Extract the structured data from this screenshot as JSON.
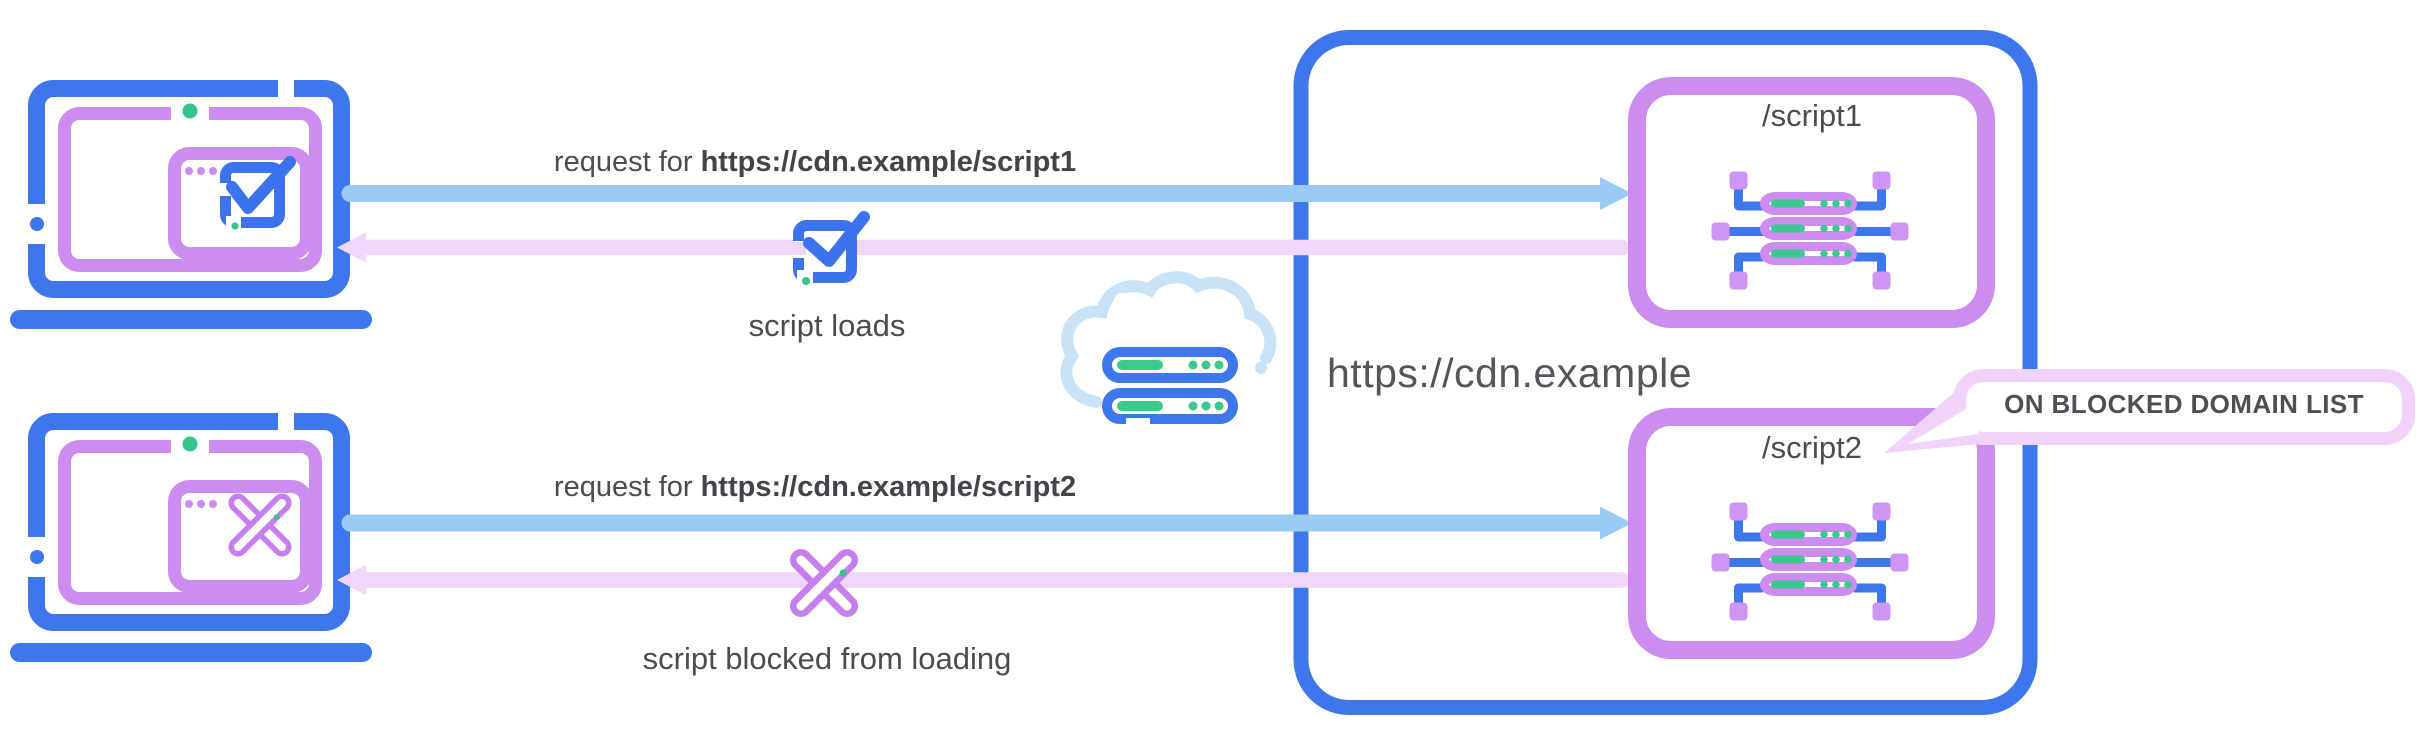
{
  "diagram": {
    "cdn": {
      "domain_label": "https://cdn.example",
      "endpoints": [
        {
          "path_label": "/script1"
        },
        {
          "path_label": "/script2"
        }
      ],
      "callout_label": "ON BLOCKED DOMAIN LIST"
    },
    "flows": [
      {
        "request_prefix": "request for ",
        "request_url": "https://cdn.example/script1",
        "result_label": "script loads"
      },
      {
        "request_prefix": "request for ",
        "request_url": "https://cdn.example/script2",
        "result_label": "script blocked from loading"
      }
    ],
    "colors": {
      "primary_blue": "#3E77EC",
      "request_arrow_blue": "#9ACBF4",
      "response_arrow_lavender": "#F0D6FA",
      "purple": "#CC8CF0",
      "purple_square": "#CE95F3",
      "cross_purple": "#C67EEE",
      "cloud_blue": "#C8E2F8",
      "green": "#3BC98E",
      "callout_lavender": "#F0D2FA",
      "text_gray": "#4B4C51"
    },
    "icons": {
      "client": "laptop-icon",
      "allowed": "checkbox-check-icon",
      "blocked": "cross-icon",
      "cdn": "cloud-server-icon",
      "endpoint": "server-node-icon"
    }
  }
}
